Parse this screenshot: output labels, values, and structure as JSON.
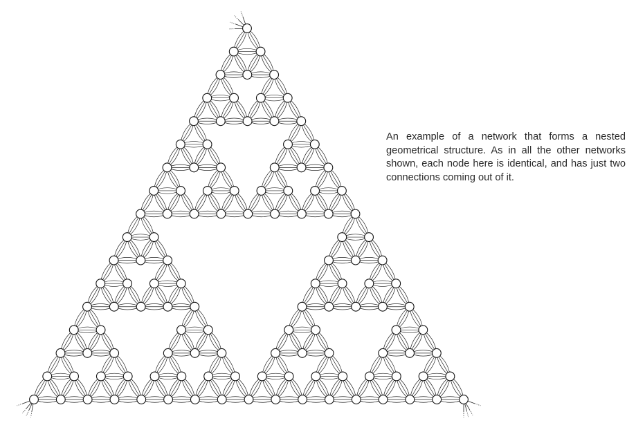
{
  "caption": {
    "text": "An example of a network that forms a nested geometrical structure. As in all the other networks shown, each node here is identical, and has just two connections coming out of it."
  },
  "network": {
    "structure": "sierpinski-triangle",
    "recursion_levels": 3,
    "node_shape": "circle",
    "node_color": "#ffffff",
    "edge_color": "#222222"
  }
}
